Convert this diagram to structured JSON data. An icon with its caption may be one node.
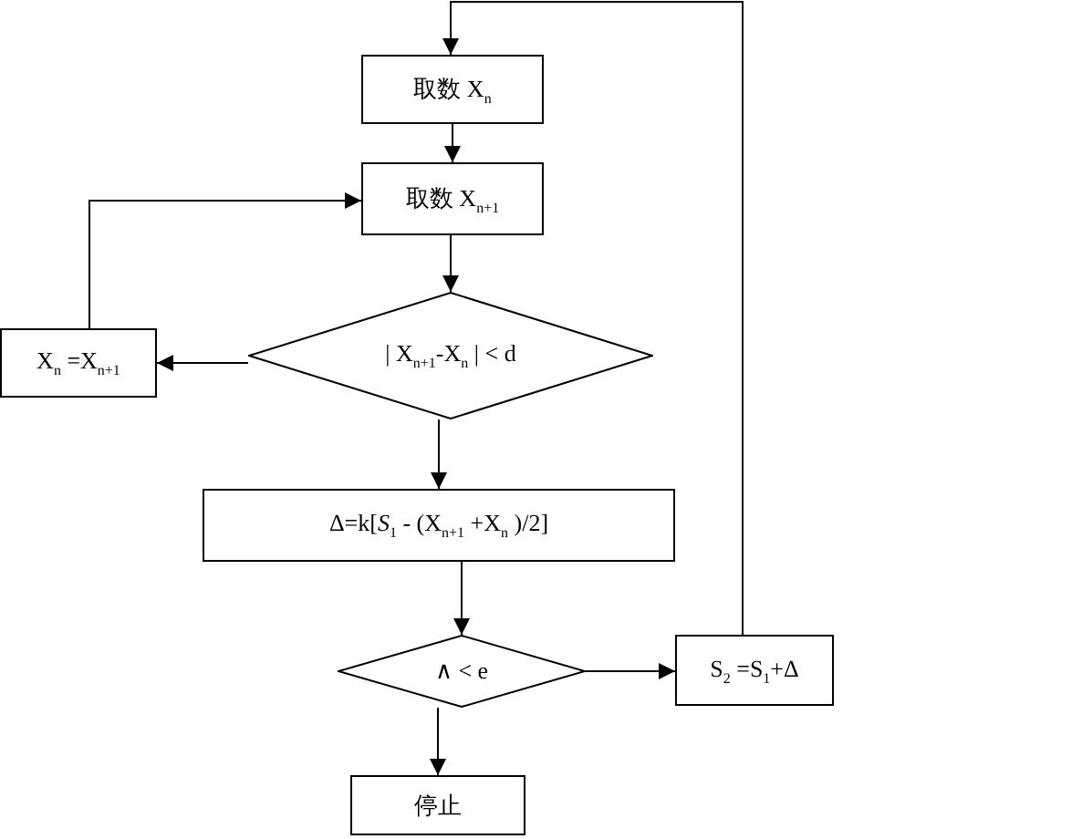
{
  "diagram": {
    "nodes": [
      {
        "text": [
          "取数 X$_{n}$"
        ]
      },
      {
        "text": [
          "取数 X$_{n+1}$"
        ]
      },
      {
        "text": [
          "| X$_{n+1}$-X$_{n}$ | < d"
        ]
      },
      {
        "text": [
          "X$_{n}$ =X$_{n+1}$"
        ]
      },
      {
        "text": [
          "Δ=k[*S*$_{1}$ - (X$_{n+1}$ +X$_{n}$ )/2]"
        ]
      },
      {
        "text": [
          "∧ < e"
        ]
      },
      {
        "text": [
          "S$_{2}$ =S$_{1}$+Δ"
        ]
      },
      {
        "text": [
          "停止"
        ]
      }
    ],
    "edges": [
      {
        "from": 0,
        "to": 1,
        "arrow": "to"
      },
      {
        "from": 1,
        "to": 2,
        "arrow": "to"
      },
      {
        "from": 2,
        "to": 3,
        "arrow": "to"
      },
      {
        "from": 3,
        "to": 1,
        "arrow": "to"
      },
      {
        "from": 2,
        "to": 4,
        "arrow": "to"
      },
      {
        "from": 4,
        "to": 5,
        "arrow": "to"
      },
      {
        "from": 5,
        "to": 7,
        "arrow": "to"
      },
      {
        "from": 5,
        "to": 6,
        "arrow": "to"
      },
      {
        "from": 6,
        "to": 0,
        "arrow": "to"
      }
    ]
  }
}
